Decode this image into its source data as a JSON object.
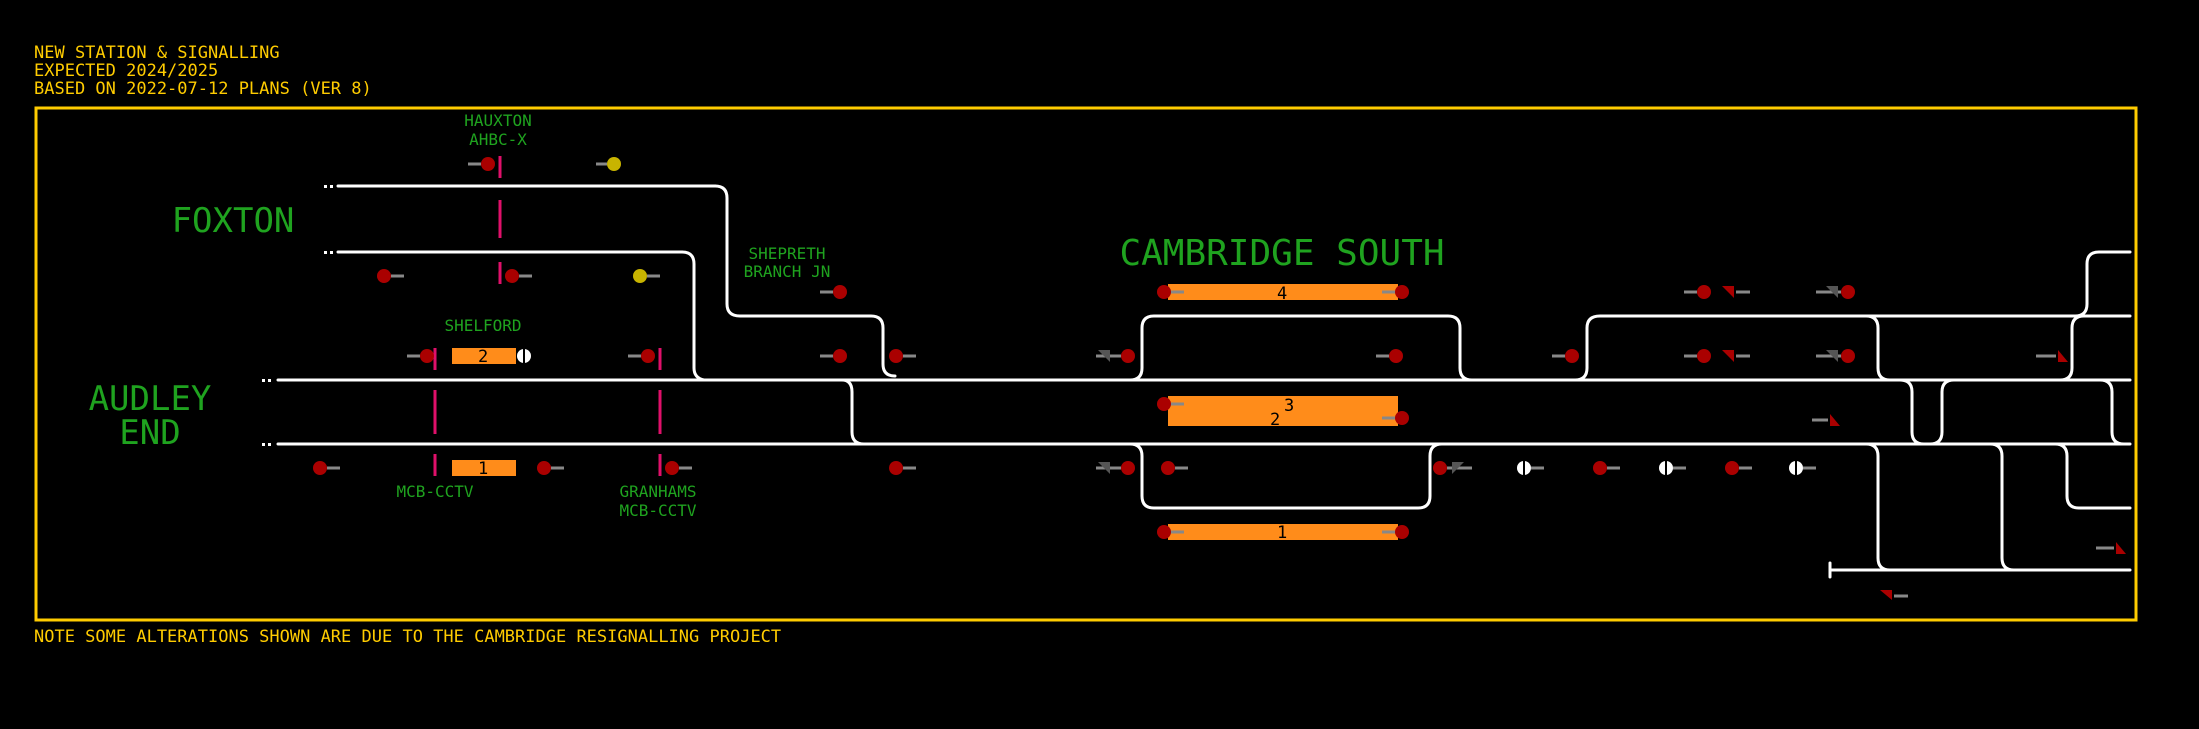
{
  "header": {
    "line1": "NEW STATION & SIGNALLING",
    "line2": "EXPECTED 2024/2025",
    "line3": "BASED ON 2022-07-12 PLANS (VER 8)"
  },
  "footer_note": "NOTE SOME ALTERATIONS SHOWN ARE DUE TO THE CAMBRIDGE RESIGNALLING PROJECT",
  "labels": {
    "hauxton_1": "HAUXTON",
    "hauxton_2": "AHBC-X",
    "foxton": "FOXTON",
    "audley_1": "AUDLEY",
    "audley_2": "END",
    "shelford": "SHELFORD",
    "shepreth_1": "SHEPRETH",
    "shepreth_2": "BRANCH JN",
    "cambridge_south": "CAMBRIDGE SOUTH",
    "mcb_cctv": "MCB-CCTV",
    "granhams_1": "GRANHAMS",
    "granhams_2": "MCB-CCTV"
  },
  "platforms": {
    "shelford_up": "2",
    "shelford_down": "1",
    "cs_p4": "4",
    "cs_p3": "3",
    "cs_p2": "2",
    "cs_p1": "1"
  },
  "colors": {
    "background": "#000000",
    "frame": "#ffcc00",
    "track": "#ffffff",
    "platform": "#ff8c1a",
    "label": "#1fa31f",
    "signal_red": "#aa0000",
    "signal_yellow": "#c8b400",
    "crossing": "#e0106a"
  }
}
